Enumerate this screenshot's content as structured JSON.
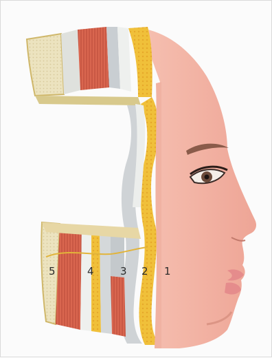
{
  "figure": {
    "labels": [
      "5",
      "4",
      "3",
      "2",
      "1"
    ]
  },
  "colors": {
    "skin": "#f2b3a3",
    "skin_shadow": "#e49a8b",
    "muscle": "#d9664f",
    "fat_yellow": "#f0c03a",
    "bone": "#e9dfb8",
    "fascia_grey": "#cfd3d6",
    "lip": "#e58c8c",
    "eyebrow": "#8a5b4a"
  }
}
